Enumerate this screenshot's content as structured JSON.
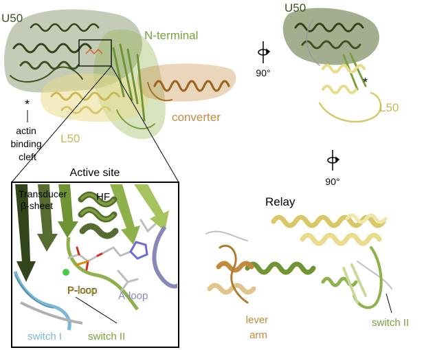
{
  "labels": {
    "u50_main": "U50",
    "n_terminal": "N-terminal",
    "converter": "converter",
    "l50_main": "L50",
    "asterisk_main": "*",
    "actin_line1": "actin",
    "actin_line2": "binding",
    "actin_line3": "cleft",
    "u50_rot": "U50",
    "asterisk_rot": "*",
    "l50_rot": "L50",
    "rot_top": "90°",
    "rot_bottom": "90°",
    "active_site_title": "Active site",
    "transducer_line1": "Transducer",
    "transducer_line2": "β-sheet",
    "hf": "HF",
    "p_loop": "P-loop",
    "a_loop": "A-loop",
    "switch_i": "switch I",
    "switch_ii_inset": "switch II",
    "relay": "Relay",
    "lever_line1": "lever",
    "lever_line2": "arm",
    "switch_ii_relay": "switch II"
  },
  "colors": {
    "u50": "#556b2f",
    "n_terminal": "#8fb14b",
    "l50": "#e8dc8c",
    "converter": "#c48a3c",
    "switch_i": "#7ab8d6",
    "a_loop": "#8a88b8",
    "p_loop": "#e0c200"
  }
}
